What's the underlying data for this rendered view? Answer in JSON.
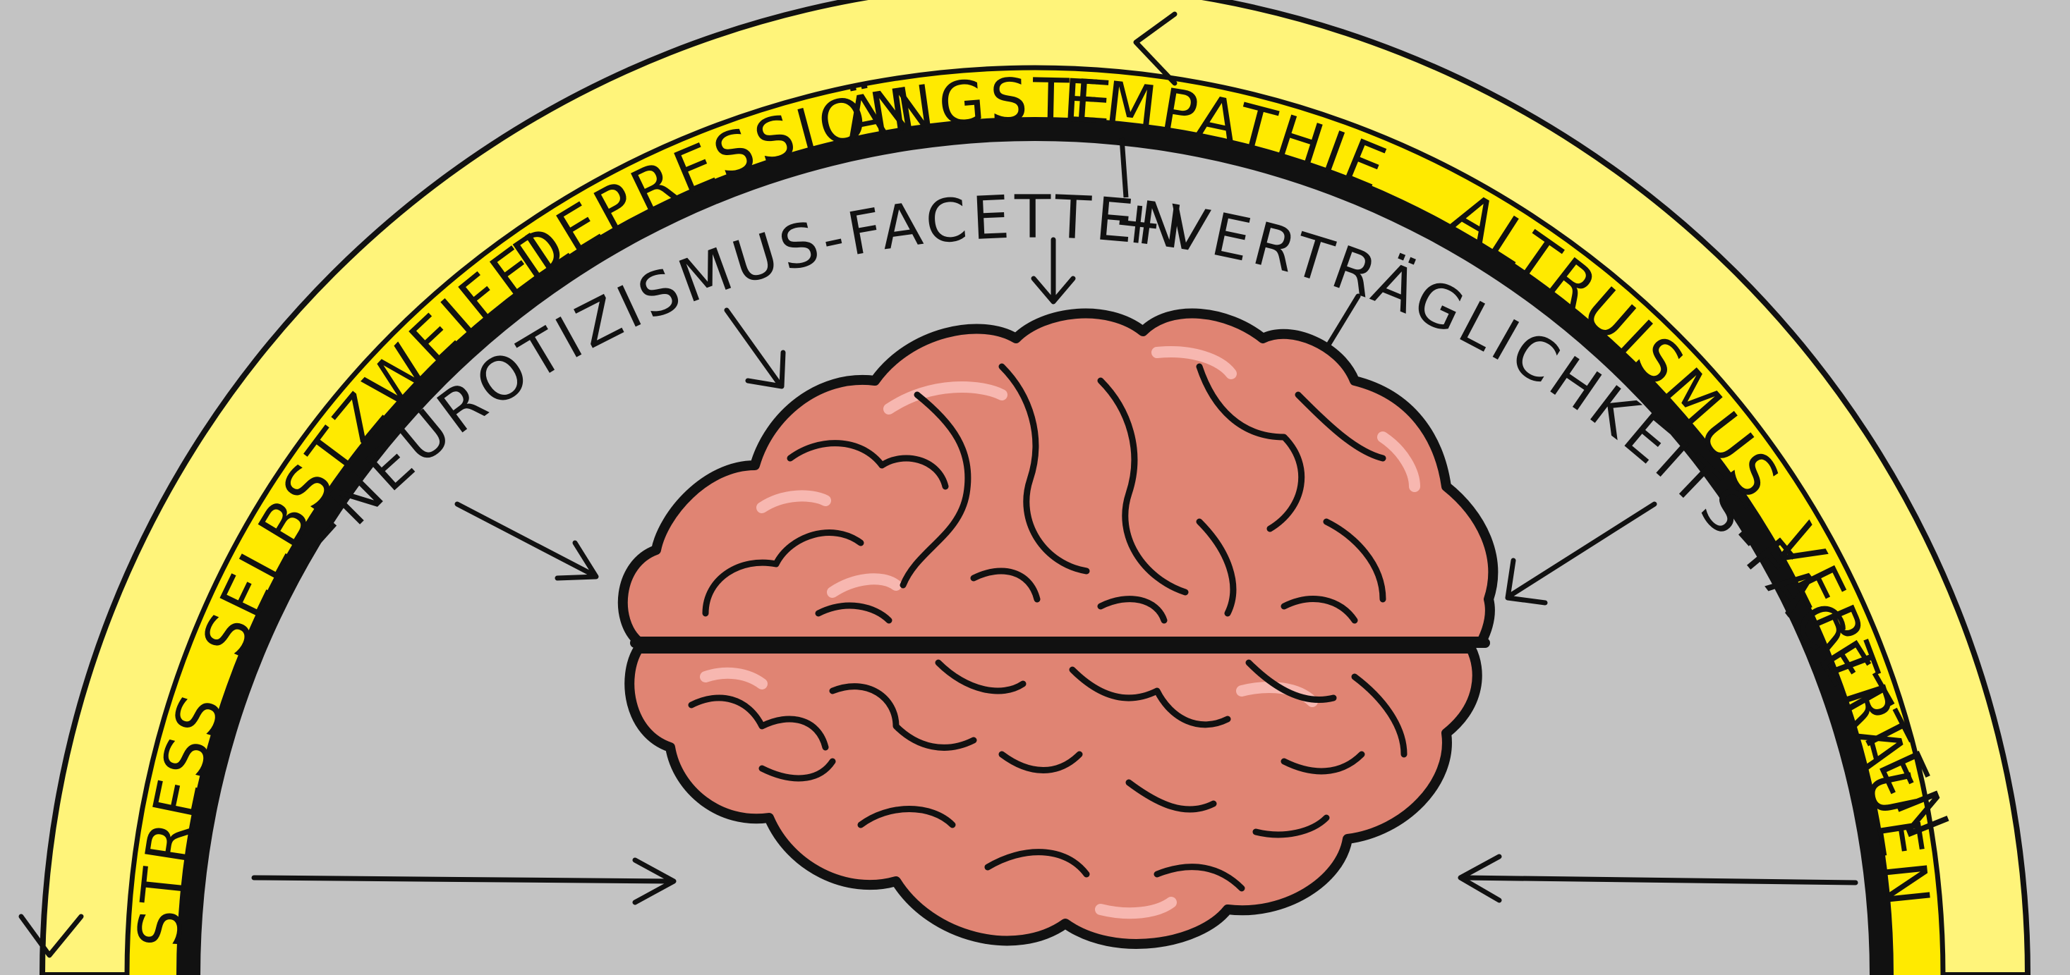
{
  "diagram": {
    "outer_left_label": "−NEUROTIZISMUS-FACETTEN",
    "outer_right_label": "+VERTRÄGLICHKEITS-FACETTEN",
    "neuroticism_facets": [
      "STRESS",
      "SELBSTZWEIFEL",
      "DEPRESSION",
      "ÄNGSTE"
    ],
    "agreeableness_facets": [
      "EMPATHIE",
      "ALTRUISMUS",
      "VERTRAUEN"
    ],
    "colors": {
      "background": "#c3c3c3",
      "outer_band": "#fff47a",
      "inner_band": "#ffea00",
      "brain": "#e08473",
      "brain_highlight": "#f7b7b0",
      "outline": "#111111"
    },
    "central_icon": "brain-icon"
  }
}
